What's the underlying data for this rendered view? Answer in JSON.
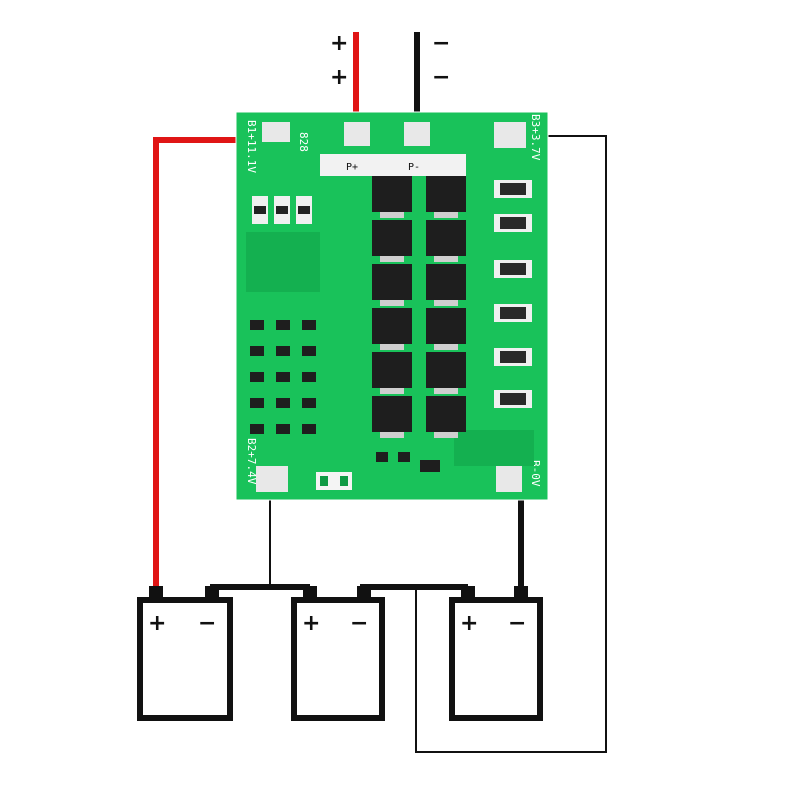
{
  "colors": {
    "board": "#19c25a",
    "board_dark": "#0f9a44",
    "wire_positive": "#e01515",
    "wire_negative": "#111111",
    "mosfet": "#1e1e1e",
    "pad": "#e8e8e8"
  },
  "top_terminals": {
    "pos_symbol_1": "+",
    "pos_symbol_2": "+",
    "neg_symbol_1": "−",
    "neg_symbol_2": "−"
  },
  "board": {
    "label_b1": "B1+11.1V",
    "label_b2": "B2+7.4V",
    "label_b3": "B3+3.7V",
    "label_b0": "B-0V",
    "label_p_pos": "P+",
    "label_p_neg": "P-",
    "label_code": "828"
  },
  "batteries": [
    {
      "pos": "+",
      "neg": "−"
    },
    {
      "pos": "+",
      "neg": "−"
    },
    {
      "pos": "+",
      "neg": "−"
    }
  ]
}
